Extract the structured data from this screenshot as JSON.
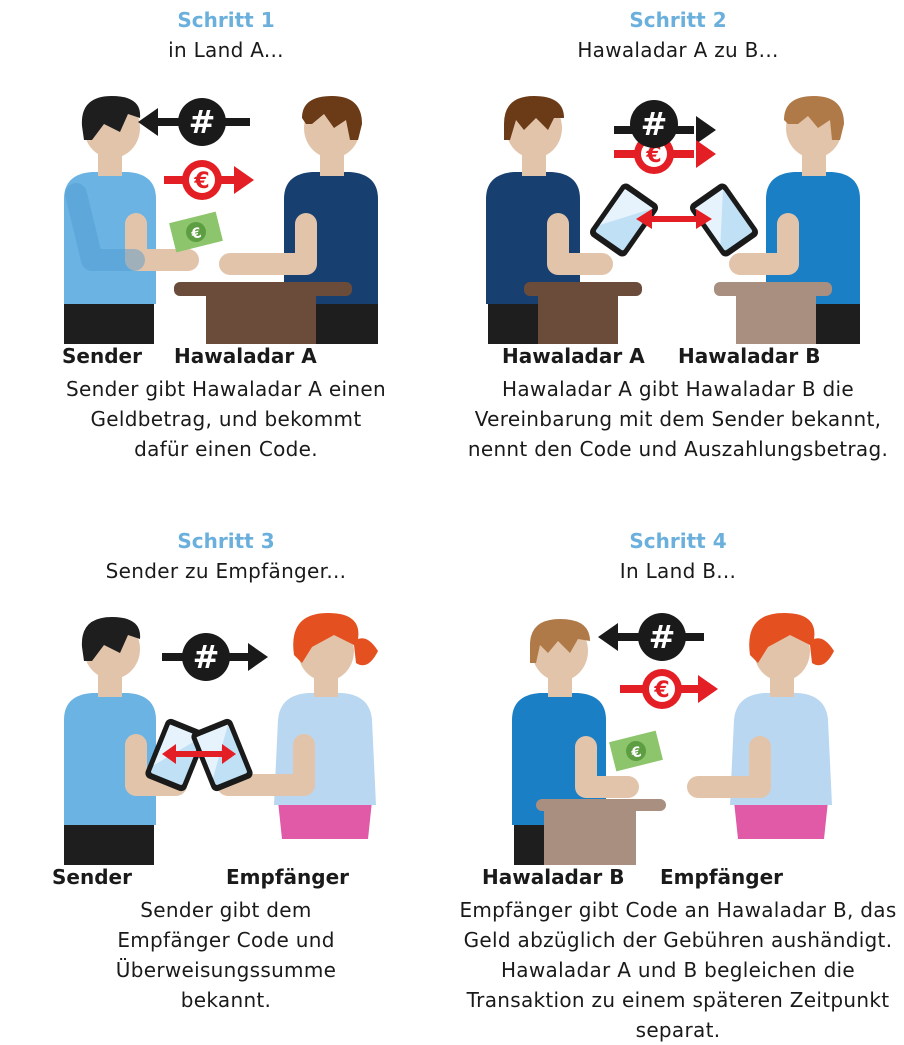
{
  "steps": [
    {
      "title": "Schritt 1",
      "subtitle": "in Land A...",
      "left_name": "Sender",
      "right_name": "Hawaladar A",
      "description": [
        "Sender gibt Hawaladar A einen",
        "Geldbetrag, und bekommt",
        "dafür einen Code."
      ],
      "left_person": {
        "shirt": "#6bb3e3",
        "hair": "#1e1e1e",
        "pants": "#1e1e1e"
      },
      "right_person": {
        "shirt": "#173f6f",
        "hair": "#6b3a17",
        "pants": "#1e1e1e"
      },
      "icons": [
        "code-arrow-left-icon",
        "euro-arrow-right-icon",
        "banknote-icon"
      ]
    },
    {
      "title": "Schritt 2",
      "subtitle": "Hawaladar A zu B...",
      "left_name": "Hawaladar A",
      "right_name": "Hawaladar B",
      "description": [
        "Hawaladar A gibt Hawaladar B die",
        "Vereinbarung mit dem Sender bekannt,",
        "nennt den Code und Auszahlungsbetrag."
      ],
      "left_person": {
        "shirt": "#173f6f",
        "hair": "#6b3a17",
        "pants": "#1e1e1e"
      },
      "right_person": {
        "shirt": "#1a7fc4",
        "hair": "#b07a48",
        "pants": "#1e1e1e"
      },
      "icons": [
        "code-arrow-right-icon",
        "euro-arrow-right-icon",
        "phone-icon"
      ]
    },
    {
      "title": "Schritt 3",
      "subtitle": "Sender zu Empfänger...",
      "left_name": "Sender",
      "right_name": "Empfänger",
      "description": [
        "Sender gibt dem",
        "Empfänger Code  und",
        "Überweisungssumme",
        "bekannt."
      ],
      "left_person": {
        "shirt": "#6bb3e3",
        "hair": "#1e1e1e",
        "pants": "#1e1e1e"
      },
      "right_person": {
        "shirt": "#b9d7f1",
        "hair": "#e4501f",
        "pants": "#e05aa7"
      },
      "icons": [
        "code-arrow-right-icon",
        "phone-icon"
      ]
    },
    {
      "title": "Schritt 4",
      "subtitle": "In Land B...",
      "left_name": "Hawaladar B",
      "right_name": "Empfänger",
      "description": [
        "Empfänger gibt Code an Hawaladar B, das",
        "Geld abzüglich der Gebühren aushändigt.",
        "Hawaladar A und B begleichen die",
        "Transaktion zu einem späteren Zeitpunkt",
        "separat."
      ],
      "left_person": {
        "shirt": "#1a7fc4",
        "hair": "#b07a48",
        "pants": "#1e1e1e"
      },
      "right_person": {
        "shirt": "#b9d7f1",
        "hair": "#e4501f",
        "pants": "#e05aa7"
      },
      "icons": [
        "code-arrow-left-icon",
        "euro-arrow-right-icon",
        "banknote-icon"
      ]
    }
  ],
  "colors": {
    "title_blue": "#6bb0dc",
    "skin": "#e2c4aa",
    "euro_red": "#e31e24",
    "code_black": "#1a1a1a",
    "table_dark": "#6b4c3a",
    "table_light": "#a88f80",
    "banknote_green": "#8cc56b",
    "phone_screen": "#bfe0f5"
  }
}
